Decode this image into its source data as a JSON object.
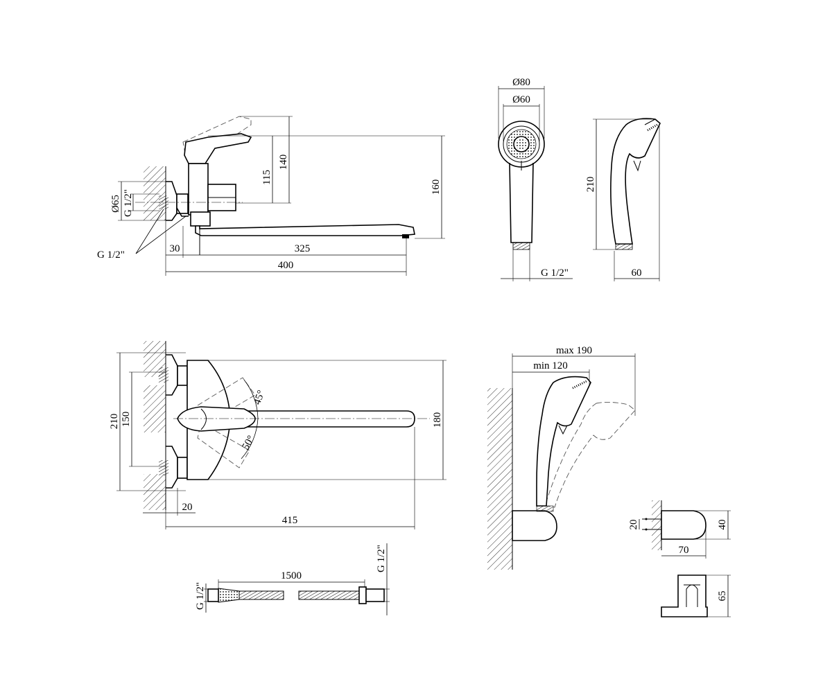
{
  "top_view": {
    "dim_115": "115",
    "dim_140": "140",
    "dim_160": "160",
    "dim_d65": "Ø65",
    "dim_g12_vert": "G 1/2\"",
    "dim_g12_label": "G 1/2\"",
    "dim_30": "30",
    "dim_325": "325",
    "dim_400": "400"
  },
  "hand_shower": {
    "dim_d80": "Ø80",
    "dim_d60": "Ø60",
    "dim_g12": "G 1/2\"",
    "dim_210": "210",
    "dim_60": "60"
  },
  "plan_view": {
    "dim_210": "210",
    "dim_150": "150",
    "dim_180": "180",
    "dim_45deg": "45°",
    "dim_50deg": "50°",
    "dim_20": "20",
    "dim_415": "415"
  },
  "holder_view": {
    "dim_max190": "max 190",
    "dim_min120": "min 120"
  },
  "bracket": {
    "dim_20": "20",
    "dim_40": "40",
    "dim_70": "70",
    "dim_65": "65"
  },
  "hose": {
    "dim_1500": "1500",
    "dim_g12_left": "G 1/2\"",
    "dim_g12_right": "G 1/2\""
  }
}
